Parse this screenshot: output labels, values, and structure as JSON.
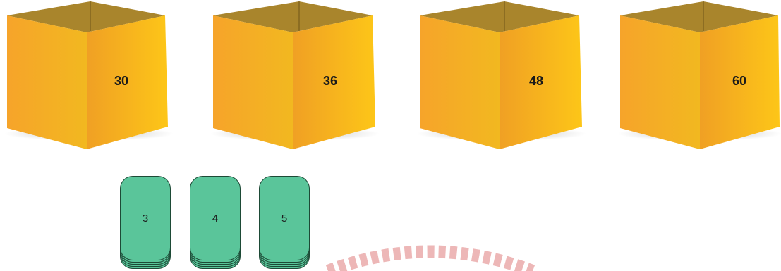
{
  "boxes": [
    {
      "value": "30"
    },
    {
      "value": "36"
    },
    {
      "value": "48"
    },
    {
      "value": "60"
    }
  ],
  "cards": [
    {
      "value": "3"
    },
    {
      "value": "4"
    },
    {
      "value": "5"
    }
  ],
  "colors": {
    "box_front_light": "#f7a928",
    "box_front_dark": "#f1b523",
    "box_side_light": "#fbc43a",
    "box_side_dark": "#f0a322",
    "box_inner": "#a8832a",
    "card_fill": "#5ac59a",
    "card_border": "#1d4a36",
    "ribbon": "#e9a5a5"
  }
}
